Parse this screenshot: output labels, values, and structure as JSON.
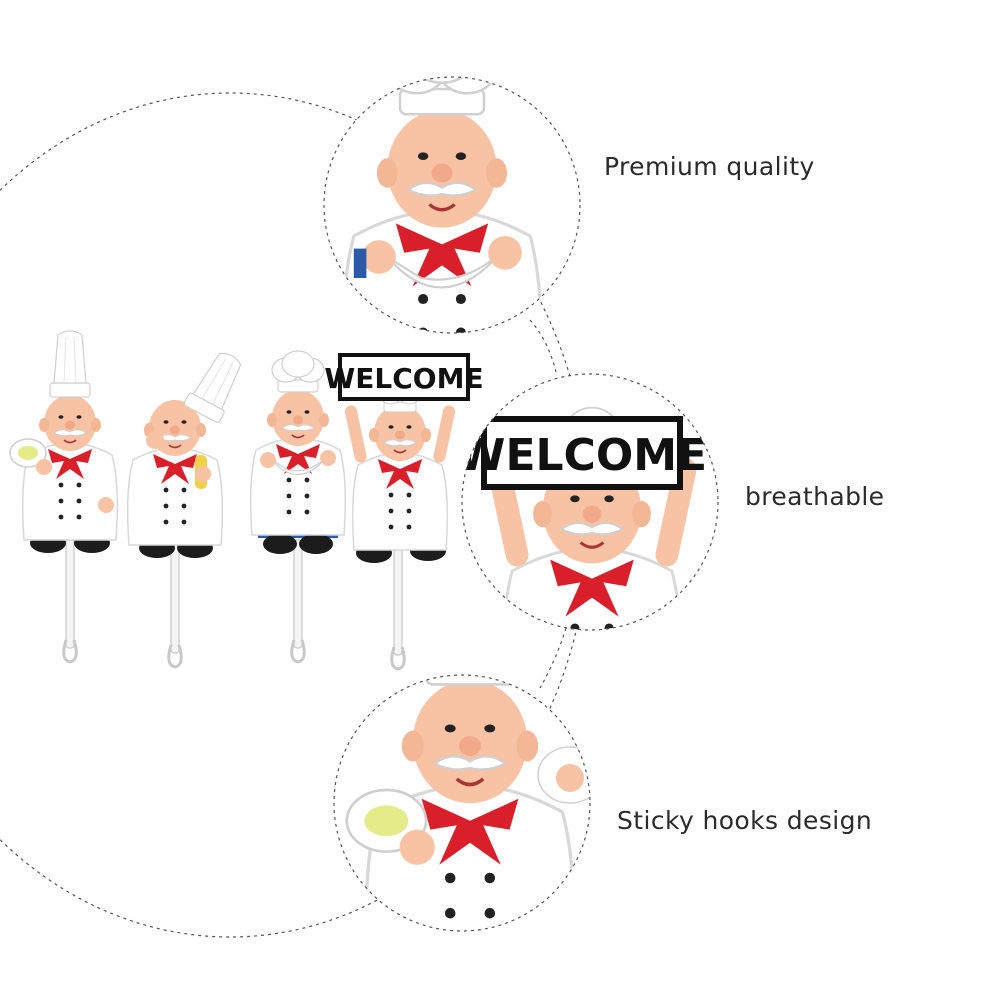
{
  "features": [
    {
      "label": "Premium quality"
    },
    {
      "label": "breathable"
    },
    {
      "label": "Sticky hooks design"
    }
  ],
  "sign_text": "WELCOME",
  "colors": {
    "skin": "#f7c3a4",
    "scarf": "#d9202a",
    "uniform": "#ffffff",
    "shoes": "#1c1c1c",
    "pants_blue": "#2b5aa8",
    "text": "#2b2b2b",
    "dash": "#555555"
  },
  "icons": [
    "chef-figure-hook",
    "welcome-sign"
  ]
}
